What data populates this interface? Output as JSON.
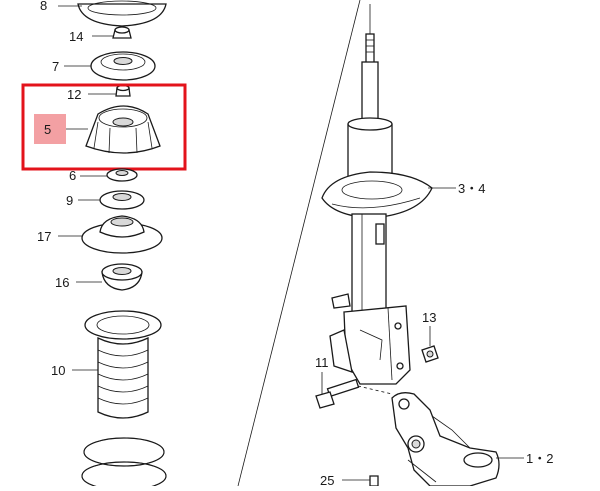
{
  "labels": {
    "p8": "8",
    "p14": "14",
    "p7": "7",
    "p12": "12",
    "p5": "5",
    "p6": "6",
    "p9": "9",
    "p17": "17",
    "p16": "16",
    "p10": "10",
    "p34": "3・4",
    "p13": "13",
    "p11": "11",
    "p12b": "1・2",
    "p25": "25"
  },
  "colors": {
    "highlight_box": "#e3131b",
    "highlight_fill": "#f3a0a3",
    "ink": "#1a1a1a"
  }
}
